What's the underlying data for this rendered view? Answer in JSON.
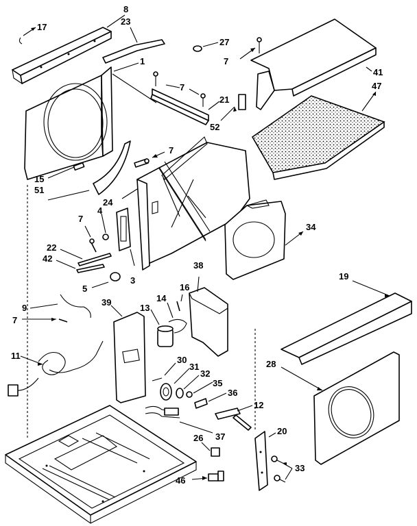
{
  "labels": {
    "l17": "17",
    "l8": "8",
    "l23": "23",
    "l27": "27",
    "l7a": "7",
    "l1": "1",
    "l41": "41",
    "l47": "47",
    "l7b": "7",
    "l21": "21",
    "l52": "52",
    "l7c": "7",
    "l15": "15",
    "l51": "51",
    "l24": "24",
    "l34": "34",
    "l4": "4",
    "l7d": "7",
    "l22": "22",
    "l42": "42",
    "l5": "5",
    "l3": "3",
    "l38": "38",
    "l19": "19",
    "l16": "16",
    "l9": "9",
    "l39": "39",
    "l13": "13",
    "l14": "14",
    "l7e": "7",
    "l11": "11",
    "l30": "30",
    "l31": "31",
    "l32": "32",
    "l28": "28",
    "l35": "35",
    "l36": "36",
    "l12": "12",
    "l20": "20",
    "l37": "37",
    "l26": "26",
    "l33": "33",
    "l46": "46"
  }
}
